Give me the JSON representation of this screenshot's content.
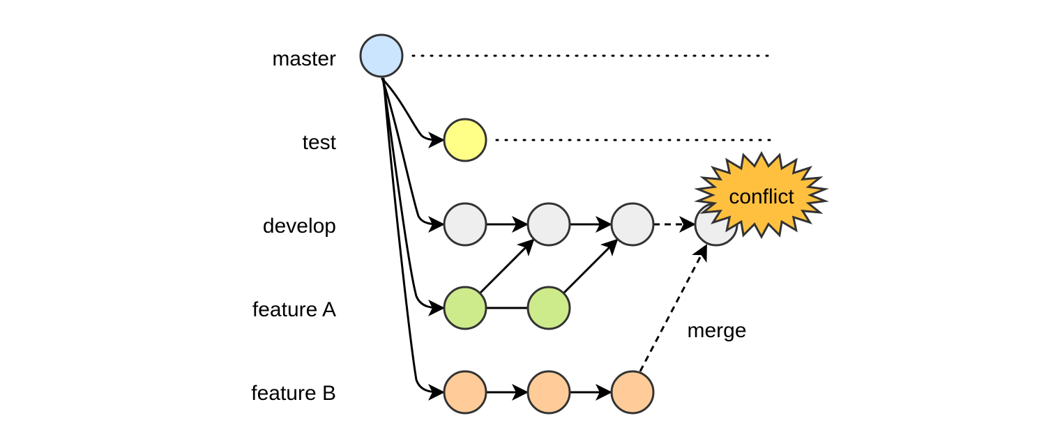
{
  "branches": [
    {
      "id": "master",
      "label": "master",
      "color": "#cce5ff"
    },
    {
      "id": "test",
      "label": "test",
      "color": "#ffff88"
    },
    {
      "id": "develop",
      "label": "develop",
      "color": "#eeeeee"
    },
    {
      "id": "featureA",
      "label": "feature A",
      "color": "#cdeb8b"
    },
    {
      "id": "featureB",
      "label": "feature B",
      "color": "#ffcc99"
    }
  ],
  "annotations": {
    "merge": "merge",
    "conflict": "conflict"
  },
  "colors": {
    "conflict_fill": "#ffc040",
    "conflict_stroke": "#333333",
    "line": "#000000"
  }
}
